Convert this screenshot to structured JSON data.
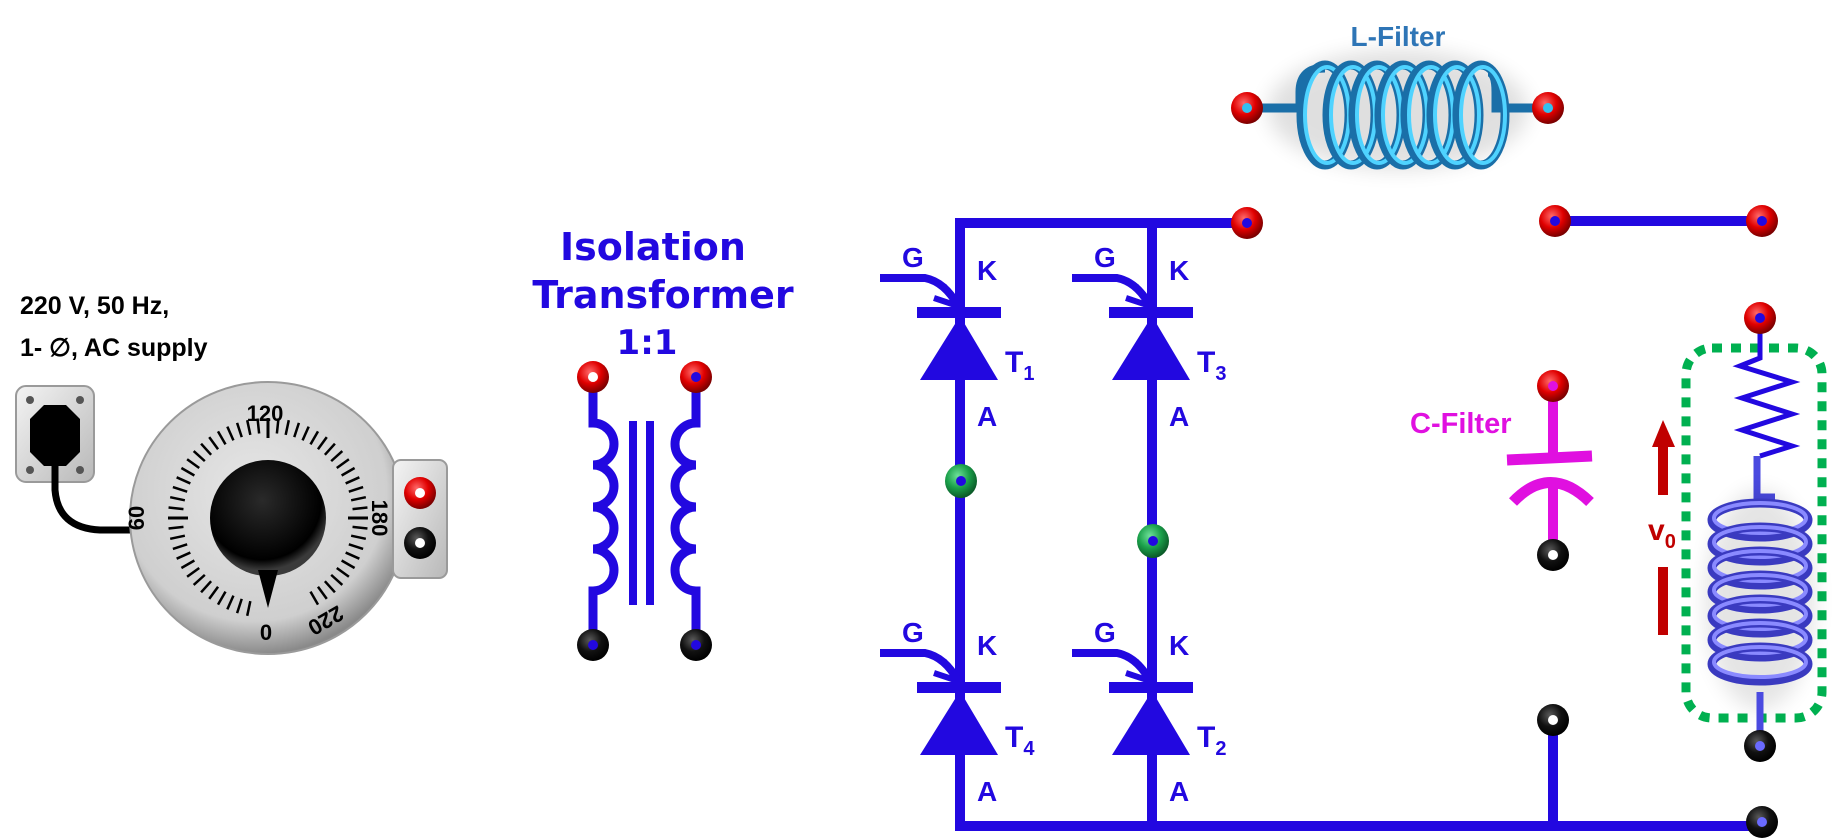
{
  "supply": {
    "line1": "220 V, 50 Hz,",
    "line2": "1- ∅, AC supply",
    "dial_labels": [
      "0",
      "60",
      "120",
      "180",
      "220"
    ],
    "dial_setting": "0"
  },
  "transformer": {
    "title_line1": "Isolation",
    "title_line2": "Transformer",
    "ratio": "1:1"
  },
  "bridge": {
    "thyristors": [
      {
        "name": "T",
        "sub": "1",
        "gate": "G",
        "cathode": "K",
        "anode": "A"
      },
      {
        "name": "T",
        "sub": "3",
        "gate": "G",
        "cathode": "K",
        "anode": "A"
      },
      {
        "name": "T",
        "sub": "4",
        "gate": "G",
        "cathode": "K",
        "anode": "A"
      },
      {
        "name": "T",
        "sub": "2",
        "gate": "G",
        "cathode": "K",
        "anode": "A"
      }
    ]
  },
  "filters": {
    "l_filter_label": "L-Filter",
    "c_filter_label": "C-Filter"
  },
  "load": {
    "output_voltage_label": "v",
    "output_voltage_sub": "0"
  },
  "colors": {
    "wire": "#2208e0",
    "l_filter_label": "#2e75b6",
    "l_coil": "#33c0f0",
    "c_filter": "#e010e0",
    "load_box": "#00b050",
    "voltage_arrow": "#c00000",
    "terminal_red": "#e00000",
    "terminal_black": "#111111",
    "terminal_green": "#1aa04a"
  }
}
